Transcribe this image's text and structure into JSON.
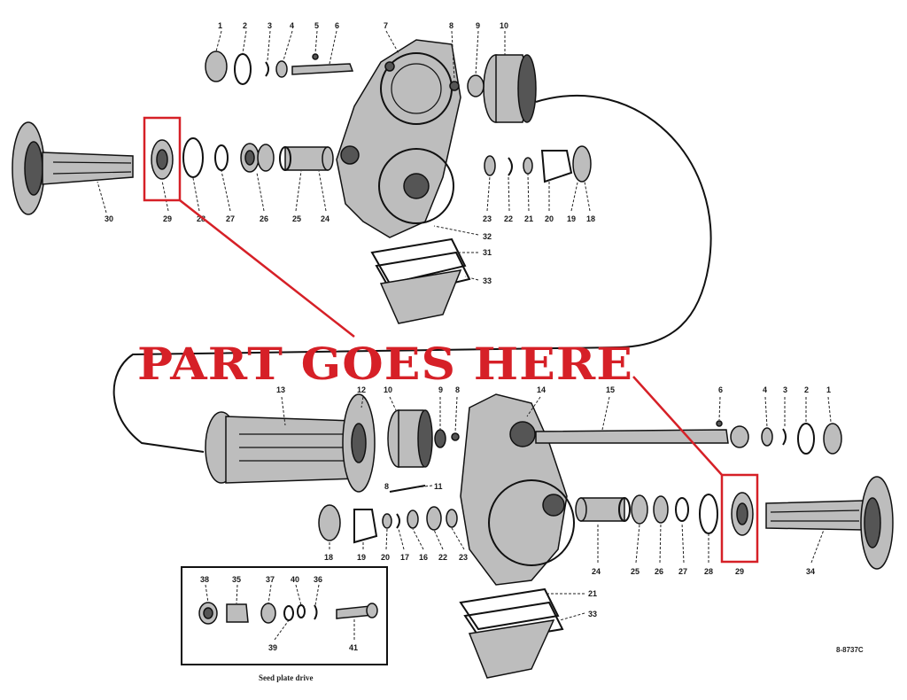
{
  "banner_text": "PART GOES HERE",
  "drawing_code": "8-8737C",
  "inset_caption": "Seed plate drive",
  "colors": {
    "highlight": "#d62027",
    "ink": "#111111",
    "background": "#ffffff"
  },
  "top_assembly_labels": [
    "1",
    "2",
    "3",
    "4",
    "5",
    "6",
    "7",
    "8",
    "9",
    "10",
    "30",
    "29",
    "28",
    "27",
    "26",
    "25",
    "24",
    "23",
    "22",
    "21",
    "20",
    "19",
    "18",
    "32",
    "31",
    "33"
  ],
  "bottom_assembly_labels": [
    "13",
    "12",
    "10",
    "9",
    "8",
    "14",
    "15",
    "6",
    "4",
    "3",
    "2",
    "1",
    "11",
    "8",
    "18",
    "19",
    "20",
    "17",
    "16",
    "22",
    "23",
    "24",
    "25",
    "26",
    "27",
    "28",
    "29",
    "34",
    "21",
    "33"
  ],
  "inset_labels": [
    "38",
    "35",
    "37",
    "40",
    "36",
    "39",
    "41"
  ],
  "highlighted_part": "29"
}
